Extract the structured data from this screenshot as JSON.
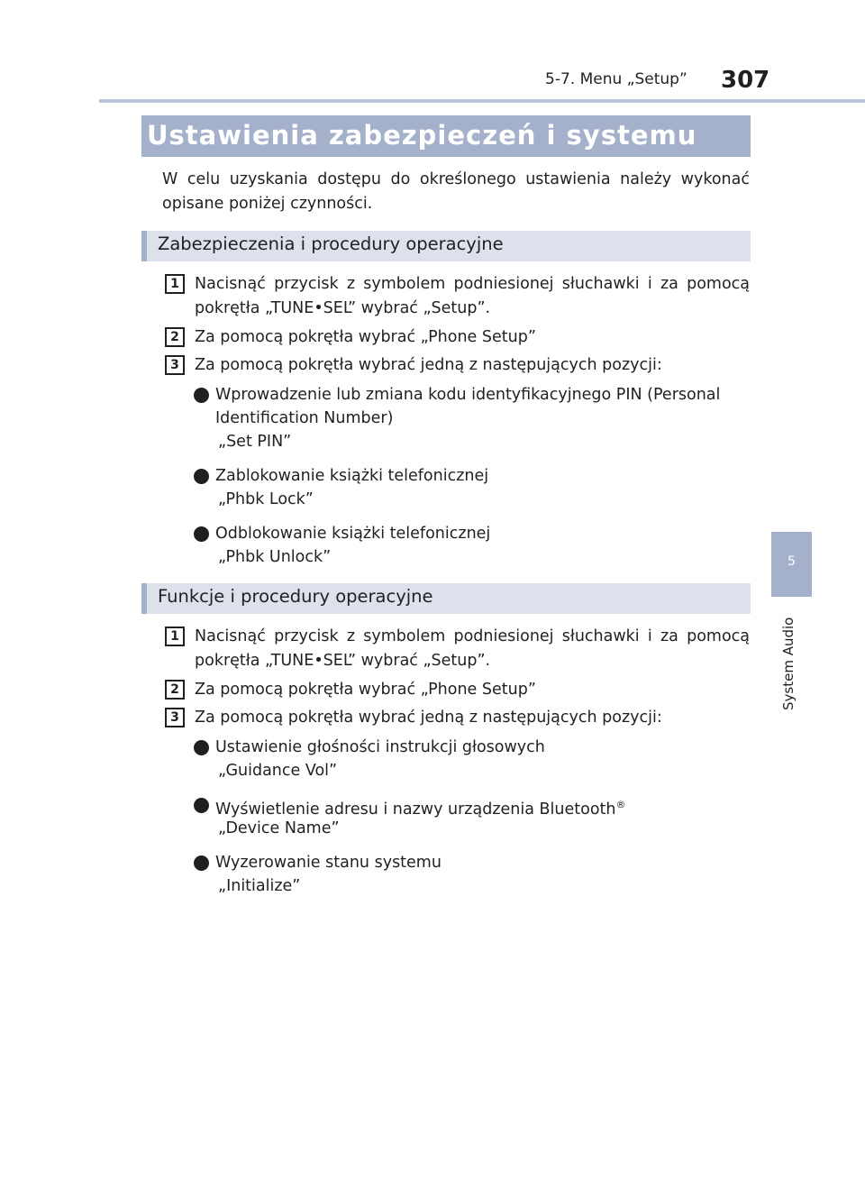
{
  "header": {
    "section": "5-7. Menu „Setup”",
    "page_number": "307"
  },
  "side_tab": {
    "chapter_number": "5",
    "chapter_label": "System Audio"
  },
  "title": "Ustawienia zabezpieczeń i systemu",
  "intro": "W celu uzyskania dostępu do określonego ustawienia należy wykonać opisane poniżej czynności.",
  "section1": {
    "title": "Zabezpieczenia i procedury operacyjne",
    "steps": [
      {
        "num": "1",
        "text": "Nacisnąć przycisk z symbolem podniesionej słuchawki i za pomocą pokrętła „TUNE•SEL” wybrać „Setup”."
      },
      {
        "num": "2",
        "text": "Za pomocą pokrętła wybrać „Phone Setup”"
      },
      {
        "num": "3",
        "text": "Za pomocą pokrętła wybrać jedną z następujących pozycji:"
      }
    ],
    "options": [
      {
        "text": "Wprowadzenie lub zmiana kodu identyfikacyjnego PIN (Personal Identification Number)",
        "value": "„Set PIN”"
      },
      {
        "text": "Zablokowanie książki telefonicznej",
        "value": "„Phbk Lock”"
      },
      {
        "text": "Odblokowanie książki telefonicznej",
        "value": "„Phbk Unlock”"
      }
    ]
  },
  "section2": {
    "title": "Funkcje i procedury operacyjne",
    "steps": [
      {
        "num": "1",
        "text": "Nacisnąć przycisk z symbolem podniesionej słuchawki i za pomocą pokrętła „TUNE•SEL” wybrać „Setup”."
      },
      {
        "num": "2",
        "text": "Za pomocą pokrętła wybrać „Phone Setup”"
      },
      {
        "num": "3",
        "text": "Za pomocą pokrętła wybrać jedną z następujących pozycji:"
      }
    ],
    "options": [
      {
        "text": "Ustawienie głośności instrukcji głosowych",
        "value": "„Guidance Vol”"
      },
      {
        "text": "Wyświetlenie adresu i nazwy urządzenia Bluetooth",
        "mark": "®",
        "value": "„Device Name”"
      },
      {
        "text": "Wyzerowanie stanu systemu",
        "value": "„Initialize”"
      }
    ]
  }
}
